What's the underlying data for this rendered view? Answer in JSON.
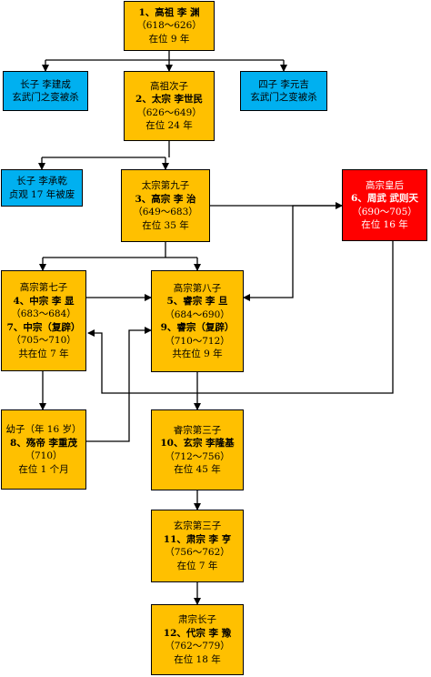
{
  "nodes": [
    {
      "id": "gaozu",
      "color": "orange",
      "lines": [
        {
          "t": "1、高祖 李 渊",
          "b": true
        },
        {
          "t": "（618～626）"
        },
        {
          "t": "在位 9 年"
        }
      ]
    },
    {
      "id": "jiancheng",
      "color": "blue",
      "lines": [
        {
          "t": "长子 李建成"
        },
        {
          "t": "玄武门之变被杀"
        }
      ]
    },
    {
      "id": "taizong",
      "color": "orange",
      "lines": [
        {
          "t": "高祖次子"
        },
        {
          "t": "2、太宗 李世民",
          "b": true
        },
        {
          "t": "（626～649）"
        },
        {
          "t": "在位 24 年"
        }
      ]
    },
    {
      "id": "yuanji",
      "color": "blue",
      "lines": [
        {
          "t": "四子 李元吉"
        },
        {
          "t": "玄武门之变被杀"
        }
      ]
    },
    {
      "id": "chengqian",
      "color": "blue",
      "lines": [
        {
          "t": "长子 李承乾"
        },
        {
          "t": "贞观 17 年被废"
        }
      ]
    },
    {
      "id": "gaozong",
      "color": "orange",
      "lines": [
        {
          "t": "太宗第九子"
        },
        {
          "t": "3、高宗 李 治",
          "b": true
        },
        {
          "t": "（649～683）"
        },
        {
          "t": "在位 35 年"
        }
      ]
    },
    {
      "id": "wuzetian",
      "color": "red",
      "lines": [
        {
          "t": "高宗皇后"
        },
        {
          "t": "6、周武 武则天",
          "b": true
        },
        {
          "t": "（690～705）"
        },
        {
          "t": "在位 16 年"
        }
      ]
    },
    {
      "id": "zhongzong",
      "color": "orange",
      "lines": [
        {
          "t": "高宗第七子"
        },
        {
          "t": "4、中宗 李 显",
          "b": true
        },
        {
          "t": "（683～684）"
        },
        {
          "t": "7、中宗（复辟）",
          "b": true
        },
        {
          "t": "（705～710）"
        },
        {
          "t": "共在位 7 年"
        }
      ]
    },
    {
      "id": "ruizong",
      "color": "orange",
      "lines": [
        {
          "t": "高宗第八子"
        },
        {
          "t": "5、睿宗 李 旦",
          "b": true
        },
        {
          "t": "（684～690）"
        },
        {
          "t": "9、睿宗（复辟）",
          "b": true
        },
        {
          "t": "（710～712）"
        },
        {
          "t": "共在位 9 年"
        }
      ]
    },
    {
      "id": "shangdi",
      "color": "orange",
      "lines": [
        {
          "t": "幼子（年 16 岁）"
        },
        {
          "t": "8、殇帝 李重茂",
          "b": true
        },
        {
          "t": "（710）"
        },
        {
          "t": "在位 1 个月"
        }
      ]
    },
    {
      "id": "xuanzong",
      "color": "orange",
      "lines": [
        {
          "t": "睿宗第三子"
        },
        {
          "t": "10、玄宗 李隆基",
          "b": true
        },
        {
          "t": "（712～756）"
        },
        {
          "t": "在位 45 年"
        }
      ]
    },
    {
      "id": "suzong",
      "color": "orange",
      "lines": [
        {
          "t": "玄宗第三子"
        },
        {
          "t": "11、肃宗 李 亨",
          "b": true
        },
        {
          "t": "（756～762）"
        },
        {
          "t": "在位 7 年"
        }
      ]
    },
    {
      "id": "daizong",
      "color": "orange",
      "lines": [
        {
          "t": "肃宗长子"
        },
        {
          "t": "12、代宗 李 豫",
          "b": true
        },
        {
          "t": "（762～779）"
        },
        {
          "t": "在位 18 年"
        }
      ]
    }
  ]
}
